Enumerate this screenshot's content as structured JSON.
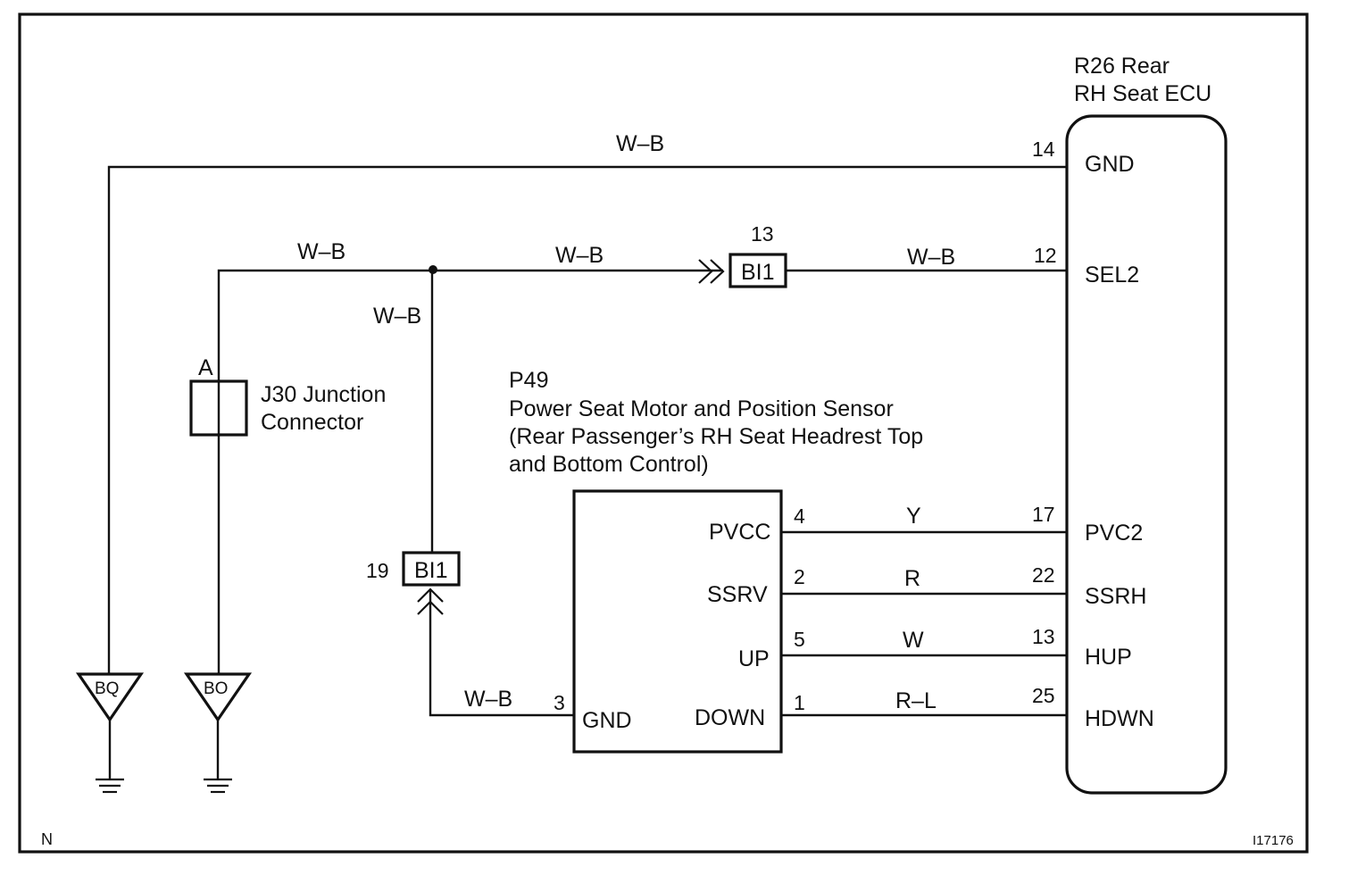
{
  "ecu": {
    "title_line1": "R26 Rear",
    "title_line2": "RH Seat ECU",
    "terminals": {
      "gnd": {
        "pin": "14",
        "name": "GND"
      },
      "sel2": {
        "pin": "12",
        "name": "SEL2"
      },
      "pvc2": {
        "pin": "17",
        "name": "PVC2"
      },
      "ssrh": {
        "pin": "22",
        "name": "SSRH"
      },
      "hup": {
        "pin": "13",
        "name": "HUP"
      },
      "hdwn": {
        "pin": "25",
        "name": "HDWN"
      }
    }
  },
  "motor": {
    "code": "P49",
    "desc_line1": "Power Seat Motor and Position Sensor",
    "desc_line2": "(Rear Passenger’s RH Seat Headrest Top",
    "desc_line3": "and Bottom Control)",
    "terminals": {
      "pvcc": {
        "pin": "4",
        "name": "PVCC"
      },
      "ssrv": {
        "pin": "2",
        "name": "SSRV"
      },
      "up": {
        "pin": "5",
        "name": "UP"
      },
      "down": {
        "pin": "1",
        "name": "DOWN"
      },
      "gnd": {
        "pin": "3",
        "name": "GND"
      }
    }
  },
  "junction": {
    "terminal": "A",
    "line1": "J30 Junction",
    "line2": "Connector"
  },
  "connectors": {
    "upper": {
      "label": "BI1",
      "pin": "13"
    },
    "lower": {
      "label": "BI1",
      "pin": "19"
    }
  },
  "wire_colors": {
    "gnd_top": "W–B",
    "sel_left": "W–B",
    "sel_mid": "W–B",
    "sel_right": "W–B",
    "vertical": "W–B",
    "motor_gnd": "W–B",
    "pvcc": "Y",
    "ssrv": "R",
    "up": "W",
    "down": "R–L"
  },
  "grounds": {
    "left": "BQ",
    "right": "BO"
  },
  "footer": {
    "corner_left": "N",
    "figure_id": "I17176"
  }
}
